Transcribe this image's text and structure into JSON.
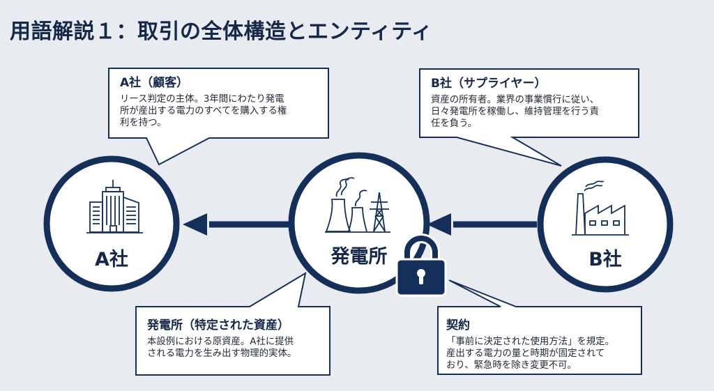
{
  "title": "用語解説１：取引の全体構造とエンティティ",
  "colors": {
    "background": "#e8ebf0",
    "navy": "#14305a",
    "box_fill": "#ffffff",
    "text": "#222a36"
  },
  "nodes": {
    "a_company": {
      "label": "A社",
      "icon": "office-building-icon"
    },
    "power_plant": {
      "label": "発電所",
      "icon": "power-plant-icon",
      "badge_icon": "padlock-icon"
    },
    "b_company": {
      "label": "B社",
      "icon": "factory-icon"
    }
  },
  "arrows": [
    {
      "from": "power_plant",
      "to": "a_company"
    },
    {
      "from": "b_company",
      "to": "power_plant"
    }
  ],
  "callouts": {
    "a_company": {
      "heading": "A社（顧客）",
      "lines": [
        "リース判定の主体。3年間にわたり発電",
        "所が産出する電力のすべてを購入する権",
        "利を持つ。"
      ]
    },
    "b_company": {
      "heading": "B社（サプライヤー）",
      "lines": [
        "資産の所有者。業界の事業慣行に従い、",
        "日々発電所を稼働し、維持管理を行う責",
        "任を負う。"
      ]
    },
    "power_plant": {
      "heading": "発電所（特定された資産）",
      "lines": [
        "本設例における原資産。A社に提供",
        "される電力を生み出す物理的実体。"
      ]
    },
    "contract": {
      "heading": "契約",
      "lines": [
        "「事前に決定された使用方法」を規定。",
        "産出する電力の量と時期が固定されて",
        "おり、緊急時を除き変更不可。"
      ]
    }
  }
}
